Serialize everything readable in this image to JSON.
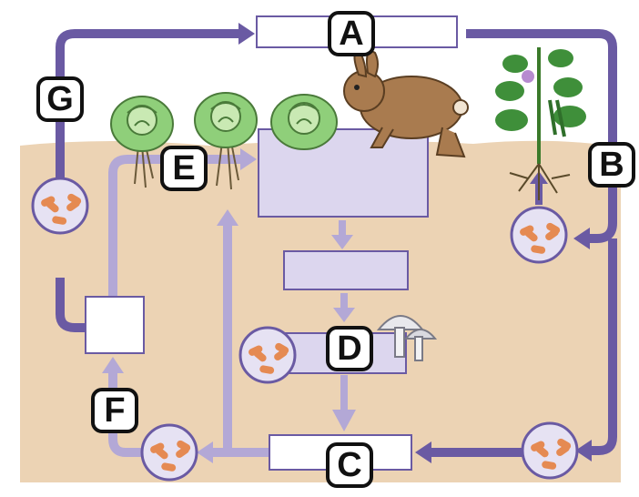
{
  "labels": {
    "a": "A",
    "b": "B",
    "c": "C",
    "d": "D",
    "e": "E",
    "f": "F",
    "g": "G"
  },
  "colors": {
    "soil": "#ecd3b4",
    "flow_dark": "#6a5aa3",
    "flow_light": "#b3a8d6",
    "box_fill": "#dcd6ee",
    "bacteria": "#e58a52",
    "rabbit": "#a97b4f",
    "cabbage": "#8fcf7a"
  },
  "icons": [
    "cabbage-icon",
    "rabbit-icon",
    "bean-plant-icon",
    "mushroom-icon",
    "bacteria-icon"
  ]
}
